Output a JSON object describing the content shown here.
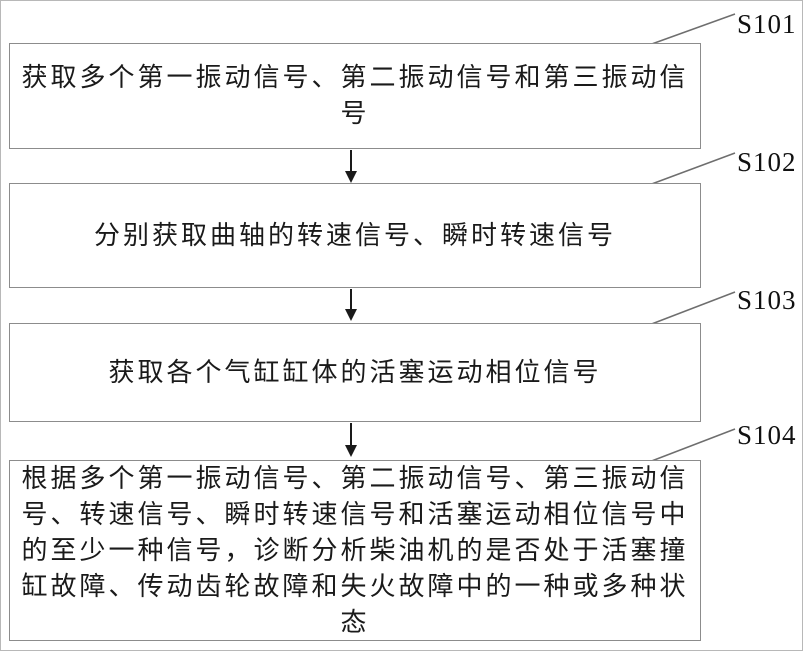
{
  "figure": {
    "kind": "patent-method-flowchart",
    "colors": {
      "background": "#ffffff",
      "box_border": "#8c8c8c",
      "text": "#1a1a1a",
      "arrow": "#1a1a1a",
      "leader_line": "#6e6e6e",
      "outer_border": "#b8b8b8"
    }
  },
  "steps": [
    {
      "label": "S101",
      "text": "获取多个第一振动信号、第二振动信号和第三振动信号"
    },
    {
      "label": "S102",
      "text": "分别获取曲轴的转速信号、瞬时转速信号"
    },
    {
      "label": "S103",
      "text": "获取各个气缸缸体的活塞运动相位信号"
    },
    {
      "label": "S104",
      "text": "根据多个第一振动信号、第二振动信号、第三振动信号、转速信号、瞬时转速信号和活塞运动相位信号中的至少一种信号，诊断分析柴油机的是否处于活塞撞缸故障、传动齿轮故障和失火故障中的一种或多种状态"
    }
  ]
}
